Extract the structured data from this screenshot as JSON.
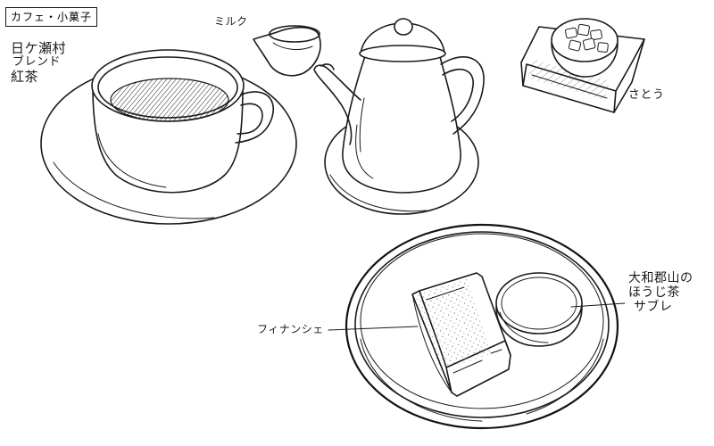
{
  "header": {
    "title": "カフェ・小菓子"
  },
  "labels": {
    "tea_line1": "日ケ瀬村",
    "tea_line2": "ブレンド",
    "tea_line3": "紅茶",
    "milk": "ミルク",
    "sugar": "さとう",
    "financier": "フィナンシェ",
    "sable_line1": "大和郡山の",
    "sable_line2": "ほうじ茶",
    "sable_line3": "サブレ"
  }
}
